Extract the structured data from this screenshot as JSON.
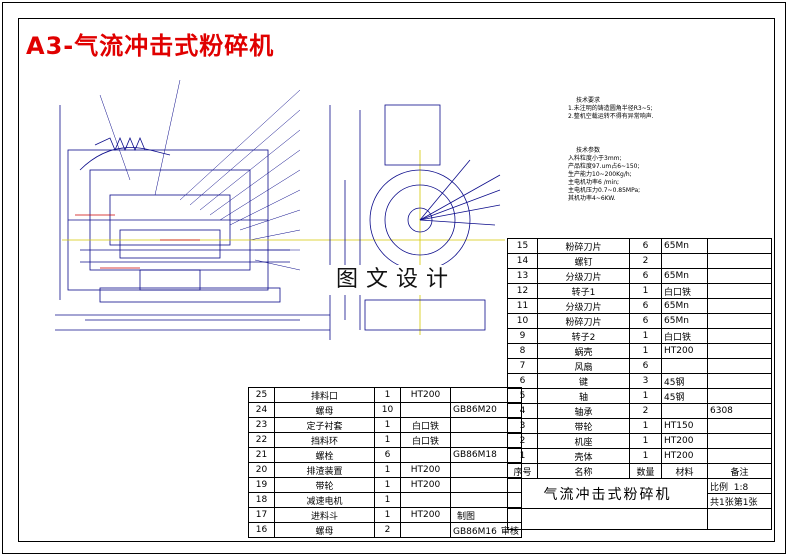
{
  "title": "A3-气流冲击式粉碎机",
  "watermark": "图文设计",
  "notes": {
    "tech_req_heading": "技术要求",
    "tech_req": [
      "1.未注明的铸造圆角半径R3~5;",
      "2.整机空载运转不得有异常响声."
    ],
    "params_heading": "技术参数",
    "params": [
      "入料粒度小于3mm;",
      "产品粒度97.um占6~150;",
      "生产能力10~200Kg/h;",
      "主电机功率6 /min;",
      "主电机压力0.7~0.85MPa;",
      "其机功率4~6KW."
    ]
  },
  "right_table": {
    "rows": [
      {
        "no": "15",
        "name": "粉碎刀片",
        "qty": "6",
        "mat": "65Mn",
        "note": ""
      },
      {
        "no": "14",
        "name": "螺钉",
        "qty": "2",
        "mat": "",
        "note": ""
      },
      {
        "no": "13",
        "name": "分级刀片",
        "qty": "6",
        "mat": "65Mn",
        "note": ""
      },
      {
        "no": "12",
        "name": "转子1",
        "qty": "1",
        "mat": "白口铁",
        "note": ""
      },
      {
        "no": "11",
        "name": "分级刀片",
        "qty": "6",
        "mat": "65Mn",
        "note": ""
      },
      {
        "no": "10",
        "name": "粉碎刀片",
        "qty": "6",
        "mat": "65Mn",
        "note": ""
      },
      {
        "no": "9",
        "name": "转子2",
        "qty": "1",
        "mat": "白口铁",
        "note": ""
      },
      {
        "no": "8",
        "name": "蜗壳",
        "qty": "1",
        "mat": "HT200",
        "note": ""
      },
      {
        "no": "7",
        "name": "风扇",
        "qty": "6",
        "mat": "",
        "note": ""
      },
      {
        "no": "6",
        "name": "键",
        "qty": "3",
        "mat": "45钢",
        "note": ""
      },
      {
        "no": "5",
        "name": "轴",
        "qty": "1",
        "mat": "45钢",
        "note": ""
      },
      {
        "no": "4",
        "name": "轴承",
        "qty": "2",
        "mat": "",
        "note": "6308"
      },
      {
        "no": "3",
        "name": "带轮",
        "qty": "1",
        "mat": "HT150",
        "note": ""
      },
      {
        "no": "2",
        "name": "机座",
        "qty": "1",
        "mat": "HT200",
        "note": ""
      },
      {
        "no": "1",
        "name": "壳体",
        "qty": "1",
        "mat": "HT200",
        "note": ""
      }
    ],
    "header": {
      "no": "序号",
      "name": "名称",
      "qty": "数量",
      "mat": "材料",
      "note": "备注"
    },
    "drawing_name": "气流冲击式粉碎机",
    "scale_label": "比例",
    "scale_value": "1:8",
    "sheets_total": "共1张",
    "sheet_no": "第1张"
  },
  "left_table": {
    "rows": [
      {
        "no": "25",
        "name": "排料口",
        "qty": "1",
        "mat": "HT200",
        "std": ""
      },
      {
        "no": "24",
        "name": "螺母",
        "qty": "10",
        "mat": "",
        "std": "GB86M20"
      },
      {
        "no": "23",
        "name": "定子衬套",
        "qty": "1",
        "mat": "白口铁",
        "std": ""
      },
      {
        "no": "22",
        "name": "挡料环",
        "qty": "1",
        "mat": "白口铁",
        "std": ""
      },
      {
        "no": "21",
        "name": "螺栓",
        "qty": "6",
        "mat": "",
        "std": "GB86M18"
      },
      {
        "no": "20",
        "name": "排渣装置",
        "qty": "1",
        "mat": "HT200",
        "std": ""
      },
      {
        "no": "19",
        "name": "带轮",
        "qty": "1",
        "mat": "HT200",
        "std": ""
      },
      {
        "no": "18",
        "name": "减速电机",
        "qty": "1",
        "mat": "",
        "std": ""
      },
      {
        "no": "17",
        "name": "进料斗",
        "qty": "1",
        "mat": "HT200",
        "std": ""
      },
      {
        "no": "16",
        "name": "螺母",
        "qty": "2",
        "mat": "",
        "std": "GB86M16"
      }
    ],
    "sign_labels": [
      "制图",
      "审核"
    ]
  }
}
